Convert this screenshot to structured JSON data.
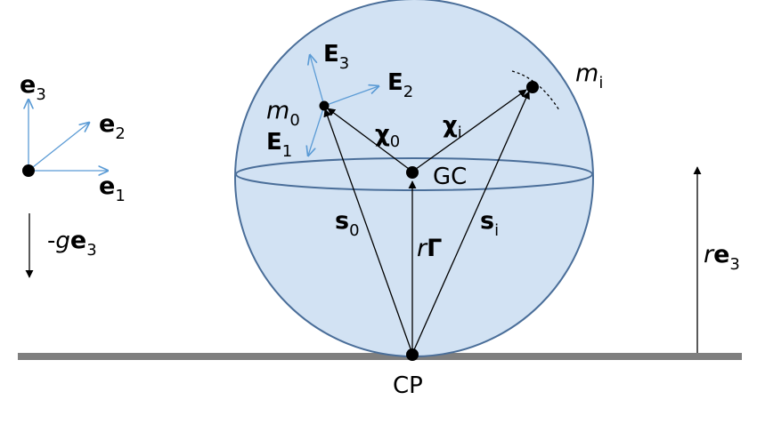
{
  "diagram": {
    "colors": {
      "sphere_fill": "#d2e2f3",
      "sphere_stroke": "#4a6e99",
      "ground": "#7f7f7f",
      "blue_arrow": "#5b9bd5",
      "black": "#000000"
    },
    "frame": {
      "e3": {
        "sym": "e",
        "sub": "3"
      },
      "e2": {
        "sym": "e",
        "sub": "2"
      },
      "e1": {
        "sym": "e",
        "sub": "1"
      }
    },
    "gravity": {
      "minus": "-",
      "g": "g",
      "sym": "e",
      "sub": "3"
    },
    "sphere": {
      "m0": {
        "sym": "m",
        "sub": "0"
      },
      "E3": {
        "sym": "E",
        "sub": "3"
      },
      "E2": {
        "sym": "E",
        "sub": "2"
      },
      "E1": {
        "sym": "E",
        "sub": "1"
      },
      "mi": {
        "sym": "m",
        "sub": "i"
      },
      "chi0": {
        "sym": "χ",
        "sub": "0"
      },
      "chii": {
        "sym": "χ",
        "sub": "i"
      },
      "gc": "GC",
      "s0": {
        "sym": "s",
        "sub": "0"
      },
      "si": {
        "sym": "s",
        "sub": "i"
      },
      "rGamma": {
        "r": "r",
        "sym": "Γ"
      }
    },
    "contact_point": "CP",
    "height": {
      "r": "r",
      "sym": "e",
      "sub": "3"
    }
  }
}
